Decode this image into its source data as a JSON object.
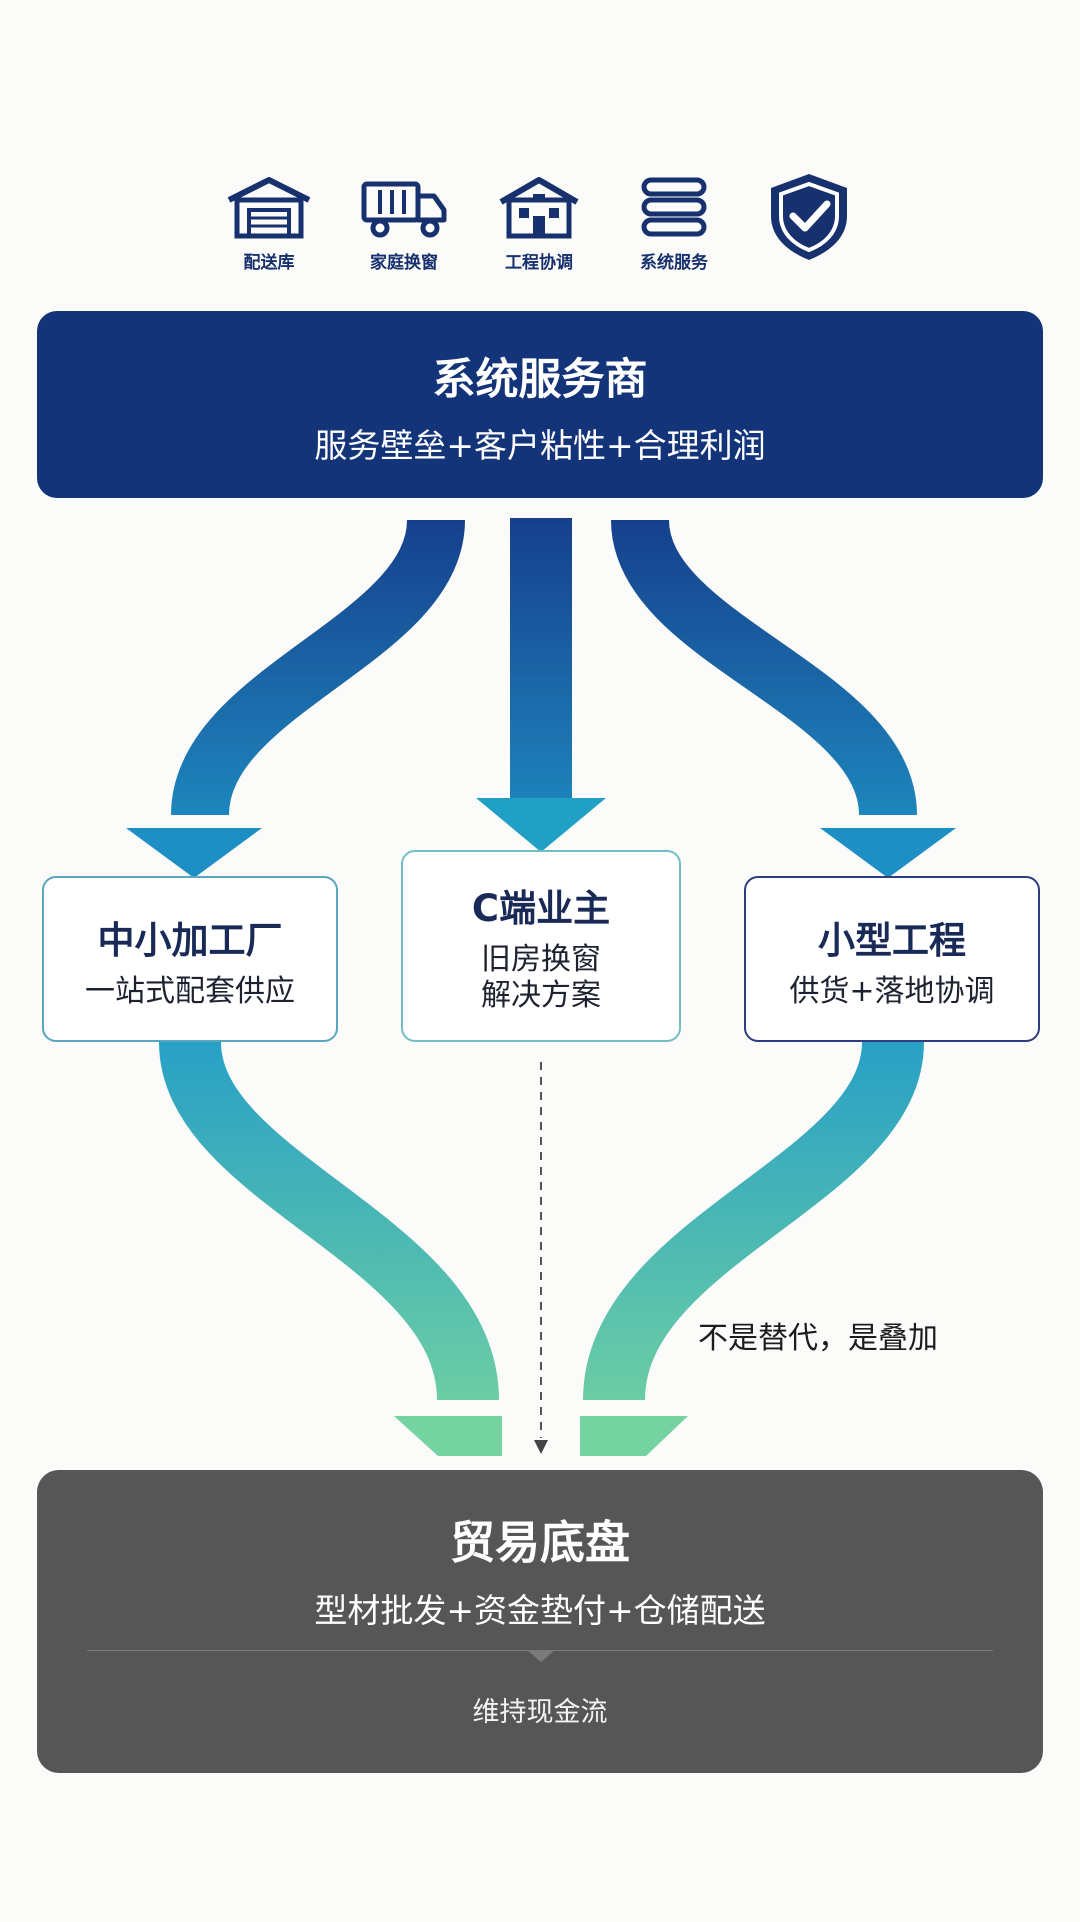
{
  "top_icons": [
    {
      "label": "配送库",
      "icon": "warehouse-icon"
    },
    {
      "label": "家庭换窗",
      "icon": "truck-icon"
    },
    {
      "label": "工程协调",
      "icon": "building-icon"
    },
    {
      "label": "系统服务",
      "icon": "stack-icon"
    },
    {
      "label": "",
      "icon": "shield-check-icon"
    }
  ],
  "service_provider": {
    "title": "系统服务商",
    "subtitle": "服务壁垒+客户粘性+合理利润"
  },
  "segments": {
    "left": {
      "title": "中小加工厂",
      "subtitle": "一站式配套供应"
    },
    "middle": {
      "title": "C端业主",
      "subtitle_line1": "旧房换窗",
      "subtitle_line2": "解决方案"
    },
    "right": {
      "title": "小型工程",
      "subtitle": "供货+落地协调"
    }
  },
  "note": "不是替代，是叠加",
  "trade_base": {
    "title": "贸易底盘",
    "subtitle": "型材批发+资金垫付+仓储配送",
    "footer": "维持现金流"
  },
  "colors": {
    "navy": "#14347a",
    "flow_top": "#1a4592",
    "flow_mid": "#1f8fc2",
    "flow_bottom": "#73d3a0",
    "base_gray": "#565656"
  }
}
